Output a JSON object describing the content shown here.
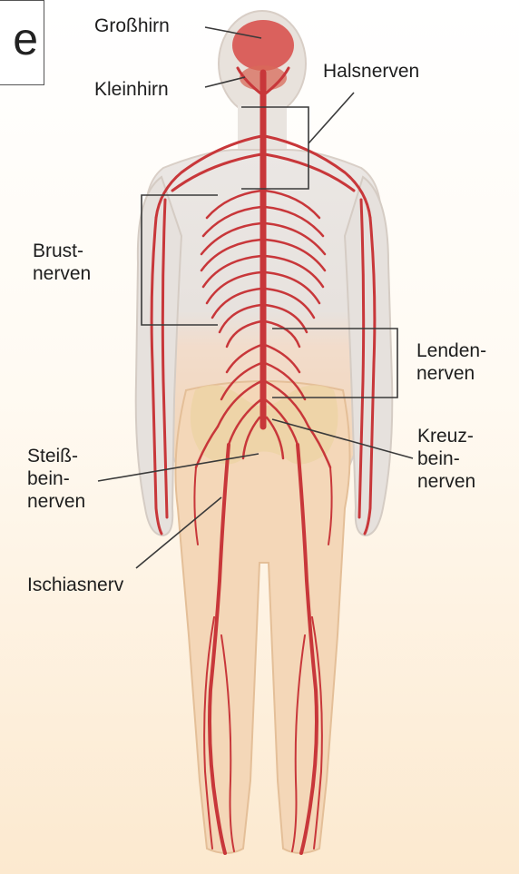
{
  "title_fragment": "e",
  "labels": {
    "grosshirn": "Großhirn",
    "kleinhirn": "Kleinhirn",
    "halsnerven": "Halsnerven",
    "brustnerven": "Brust-\nnerven",
    "lendennerven": "Lenden-\nnerven",
    "kreuzbeinnerven": "Kreuz-\nbein-\nnerven",
    "steissbeinnerven": "Steiß-\nbein-\nnerven",
    "ischiasnerv": "Ischiasnerv"
  },
  "colors": {
    "nerve": "#c8373a",
    "body": "#eadfd6",
    "body_shadow": "#d6cbc2",
    "bone": "#ecd2a2",
    "skin_lower": "#f4d4b2",
    "line": "#3a3a3a"
  }
}
